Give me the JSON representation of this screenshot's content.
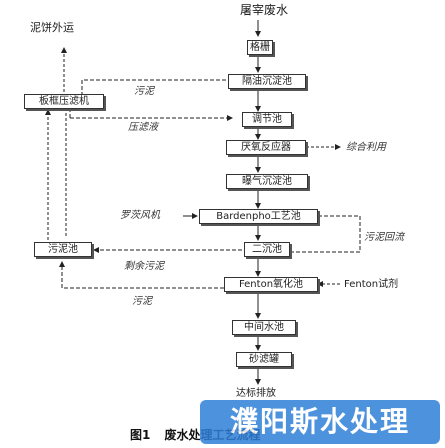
{
  "nodes": {
    "source": "屠宰废水",
    "sludge_out": "泥饼外运",
    "grille": "格栅",
    "grease_tank": "隔油沉淀池",
    "sludge_a": "污泥",
    "filter_press": "板框压滤机",
    "adjust_tank": "调节池",
    "press_liquid": "压滤液",
    "anaerobic": "厌氧反应器",
    "reuse": "综合利用",
    "aeration": "曝气沉淀池",
    "roots_blower": "罗茨风机",
    "bardenpho": "Bardenpho工艺池",
    "return_sludge": "污泥回流",
    "sludge_tank": "污泥池",
    "secondary_sed": "二沉池",
    "excess_sludge": "剩余污泥",
    "fenton_tank": "Fenton氧化池",
    "fenton_reagent": "Fenton试剂",
    "sludge_b": "污泥",
    "mid_tank": "中间水池",
    "sand_filter": "砂滤罐",
    "discharge": "达标排放"
  },
  "caption": {
    "fig": "图1",
    "title": "废水处理工艺流程"
  },
  "watermark": "濮阳斯水处理"
}
